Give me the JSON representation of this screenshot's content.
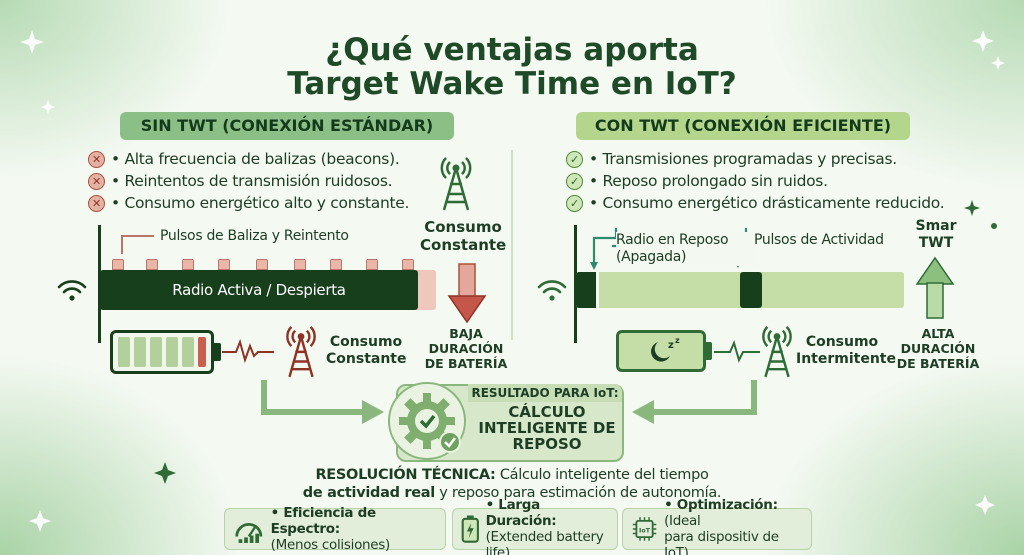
{
  "title": {
    "line1": "¿Qué ventajas aporta",
    "line2": "Target Wake Time en IoT?"
  },
  "left": {
    "header": "SIN TWT (CONEXIÓN ESTÁNDAR)",
    "bullets": [
      "• Alta frecuencia de balizas (beacons).",
      "• Reintentos de transmisión ruidosos.",
      "• Consumo energético alto y constante."
    ],
    "pulses_label": "Pulsos de Baliza y Reintento",
    "bar_label": "Radio Activa / Despierta",
    "tower_label_top": "Consumo Constante",
    "tower_label_bottom": "Consumo Constante",
    "arrow_label": "BAJA DURACIÓN DE BATERÍA"
  },
  "right": {
    "header": "CON TWT (CONEXIÓN EFICIENTE)",
    "bullets": [
      "• Transmisiones programadas y precisas.",
      "• Reposo prolongado sin ruidos.",
      "• Consumo energético drásticamente reducido."
    ],
    "sleep_label": "Radio en Reposo (Apagada)",
    "active_label": "Pulsos de Actividad",
    "smart_label": "Smar TWT",
    "tower_label": "Consumo Intermitente",
    "arrow_label": "ALTA DURACIÓN DE BATERÍA"
  },
  "result": {
    "header": "RESULTADO PARA IoT:",
    "text": "CÁLCULO INTELIGENTE DE REPOSO"
  },
  "resolution": {
    "bold1": "RESOLUCIÓN TÉCNICA:",
    "rest1": " Cálculo inteligente del tiempo",
    "bold2": "de actividad real",
    "rest2": " y reposo para estimación de autonomía."
  },
  "features": [
    {
      "title": "• Eficiencia de Espectro:",
      "sub": "(Menos colisiones)",
      "icon": "gauge-icon"
    },
    {
      "title": "• Larga Duración:",
      "sub": "(Extended battery life)",
      "icon": "battery-bolt-icon"
    },
    {
      "title": "• Optimización:",
      "title_rest": " (Ideal",
      "sub": "para dispositiv de IoT)",
      "icon": "iot-chip-icon"
    }
  ],
  "colors": {
    "dark_green": "#183f1c",
    "light_green": "#c5dea7",
    "pulse_red": "#e9b6a8",
    "down_arrow": "#c4564a",
    "up_arrow": "#8cc07e"
  }
}
